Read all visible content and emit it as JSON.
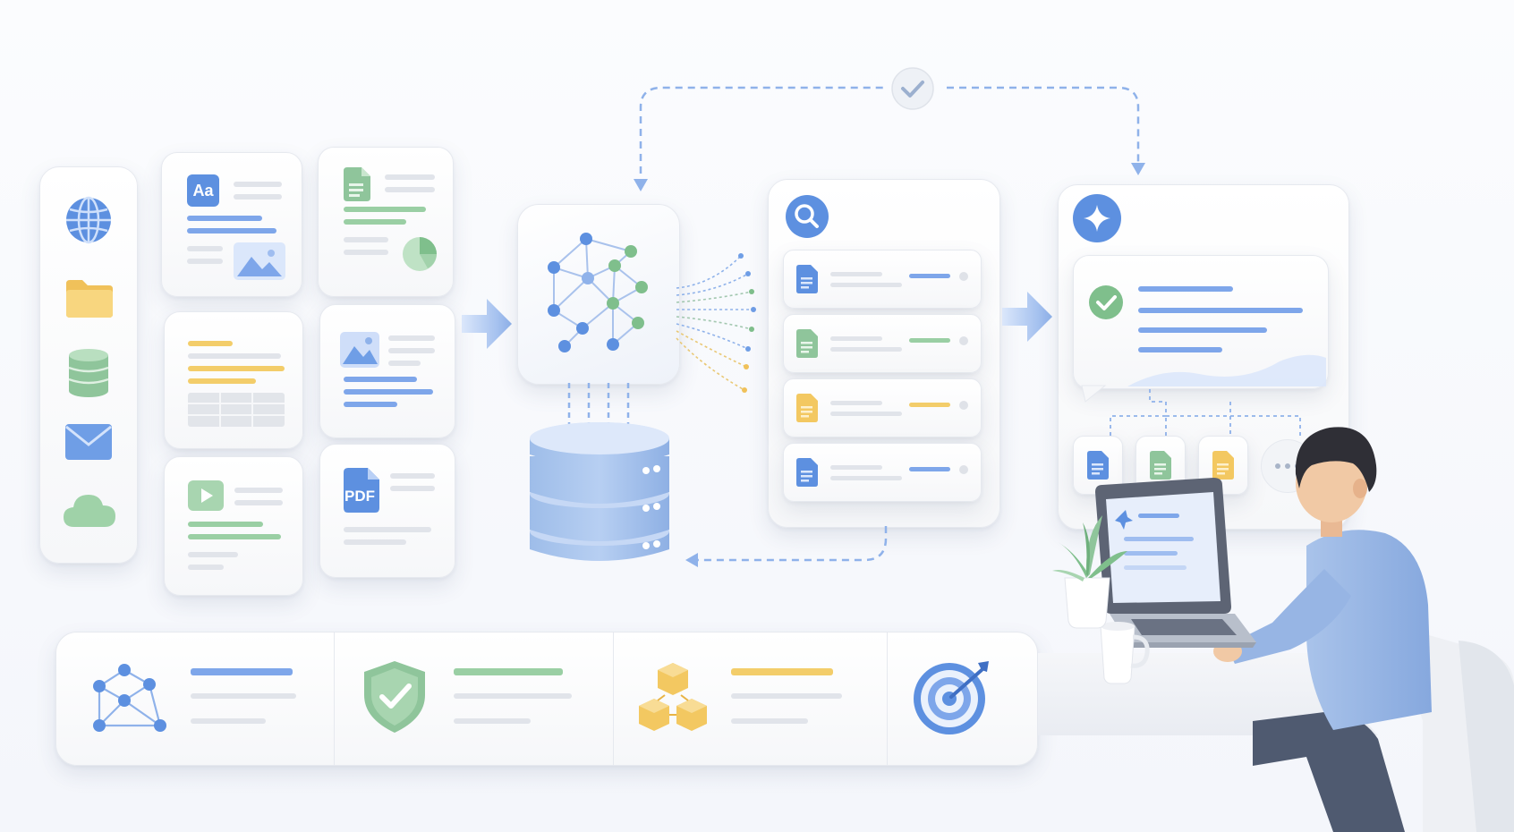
{
  "doc_cards": {
    "aa_badge": "Aa",
    "pdf_badge": "PDF"
  },
  "colors": {
    "blue": "#7ea6ea",
    "blue_dark": "#4f86dc",
    "green": "#9acfa4",
    "yellow": "#f3cd6a",
    "gray": "#e1e4ea",
    "dash": "#8fb2ea"
  },
  "icons": {
    "sources": [
      "globe-icon",
      "folder-icon",
      "database-icon",
      "mail-icon",
      "cloud-icon"
    ],
    "documents": [
      "text-image-doc",
      "spreadsheet-chart-doc",
      "table-doc",
      "image-doc",
      "video-doc",
      "pdf-doc"
    ],
    "retrieval": [
      "search-icon",
      "blue-doc-icon",
      "green-doc-icon",
      "yellow-doc-icon",
      "blue-doc-icon"
    ],
    "answer": [
      "sparkle-icon",
      "check-icon",
      "blue-doc-icon",
      "green-doc-icon",
      "yellow-doc-icon",
      "more-icon"
    ],
    "features": [
      "graph-network-icon",
      "shield-check-icon",
      "cubes-icon",
      "target-icon"
    ]
  }
}
